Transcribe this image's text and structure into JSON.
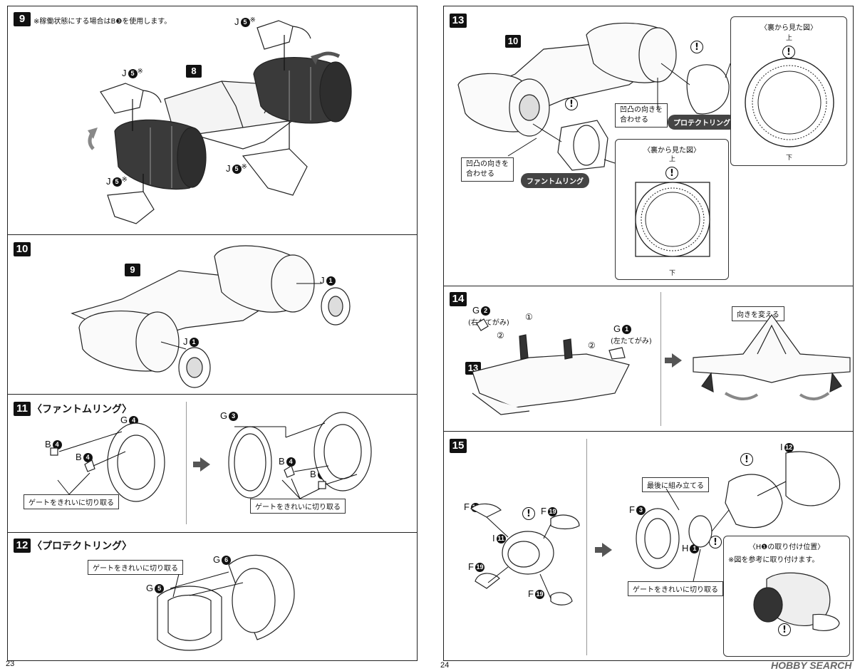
{
  "pages": {
    "left": "23",
    "right": "24"
  },
  "step9": {
    "num": "9",
    "note": "※稼働状態にする場合はB❸を使用します。",
    "ref": "8",
    "parts": {
      "j5_top": "J",
      "j5_left": "J",
      "j5_right": "J",
      "j5_bottom": "J"
    },
    "part_num": "5",
    "mark": "※"
  },
  "step10": {
    "num": "10",
    "ref": "9",
    "part_a": "J",
    "part_b": "J",
    "part_num": "1"
  },
  "step11": {
    "num": "11",
    "title": "〈ファントムリング〉",
    "g4": "G",
    "g4n": "4",
    "b4a": "B",
    "b4b": "B",
    "b4n": "4",
    "g3": "G",
    "g3n": "3",
    "b4c": "B",
    "b4d": "B",
    "callout_left": "ゲートをきれいに切り取る",
    "callout_right": "ゲートをきれいに切り取る"
  },
  "step12": {
    "num": "12",
    "title": "〈プロテクトリング〉",
    "callout": "ゲートをきれいに切り取る",
    "g6": "G",
    "g6n": "6",
    "g5": "G",
    "g5n": "5"
  },
  "step13": {
    "num": "13",
    "ref": "10",
    "align_a": "凹凸の向きを\n合わせる",
    "pill_a": "プロテクトリング",
    "align_b": "凹凸の向きを\n合わせる",
    "pill_b": "ファントムリング",
    "inset_title": "〈裏から見た図〉",
    "top": "上",
    "bottom": "下"
  },
  "step14": {
    "num": "14",
    "ref": "13",
    "g2": "G",
    "g2n": "2",
    "g2sub": "(右たてがみ)",
    "g1": "G",
    "g1n": "1",
    "g1sub": "(左たてがみ)",
    "c1": "①",
    "c2": "②",
    "callout": "向きを変える"
  },
  "step15": {
    "num": "15",
    "f19": "F",
    "f19n": "19",
    "i11": "I",
    "i11n": "11",
    "i12": "I",
    "i12n": "12",
    "f3": "F",
    "f3n": "3",
    "h1": "H",
    "h1n": "1",
    "callout_last": "最後に組み立てる",
    "callout_gate": "ゲートをきれいに切り取る",
    "inset_title": "〈H❶の取り付け位置〉",
    "inset_note": "※図を参考に取り付けます。"
  },
  "excl": "!",
  "watermark": "HOBBY SEARCH"
}
